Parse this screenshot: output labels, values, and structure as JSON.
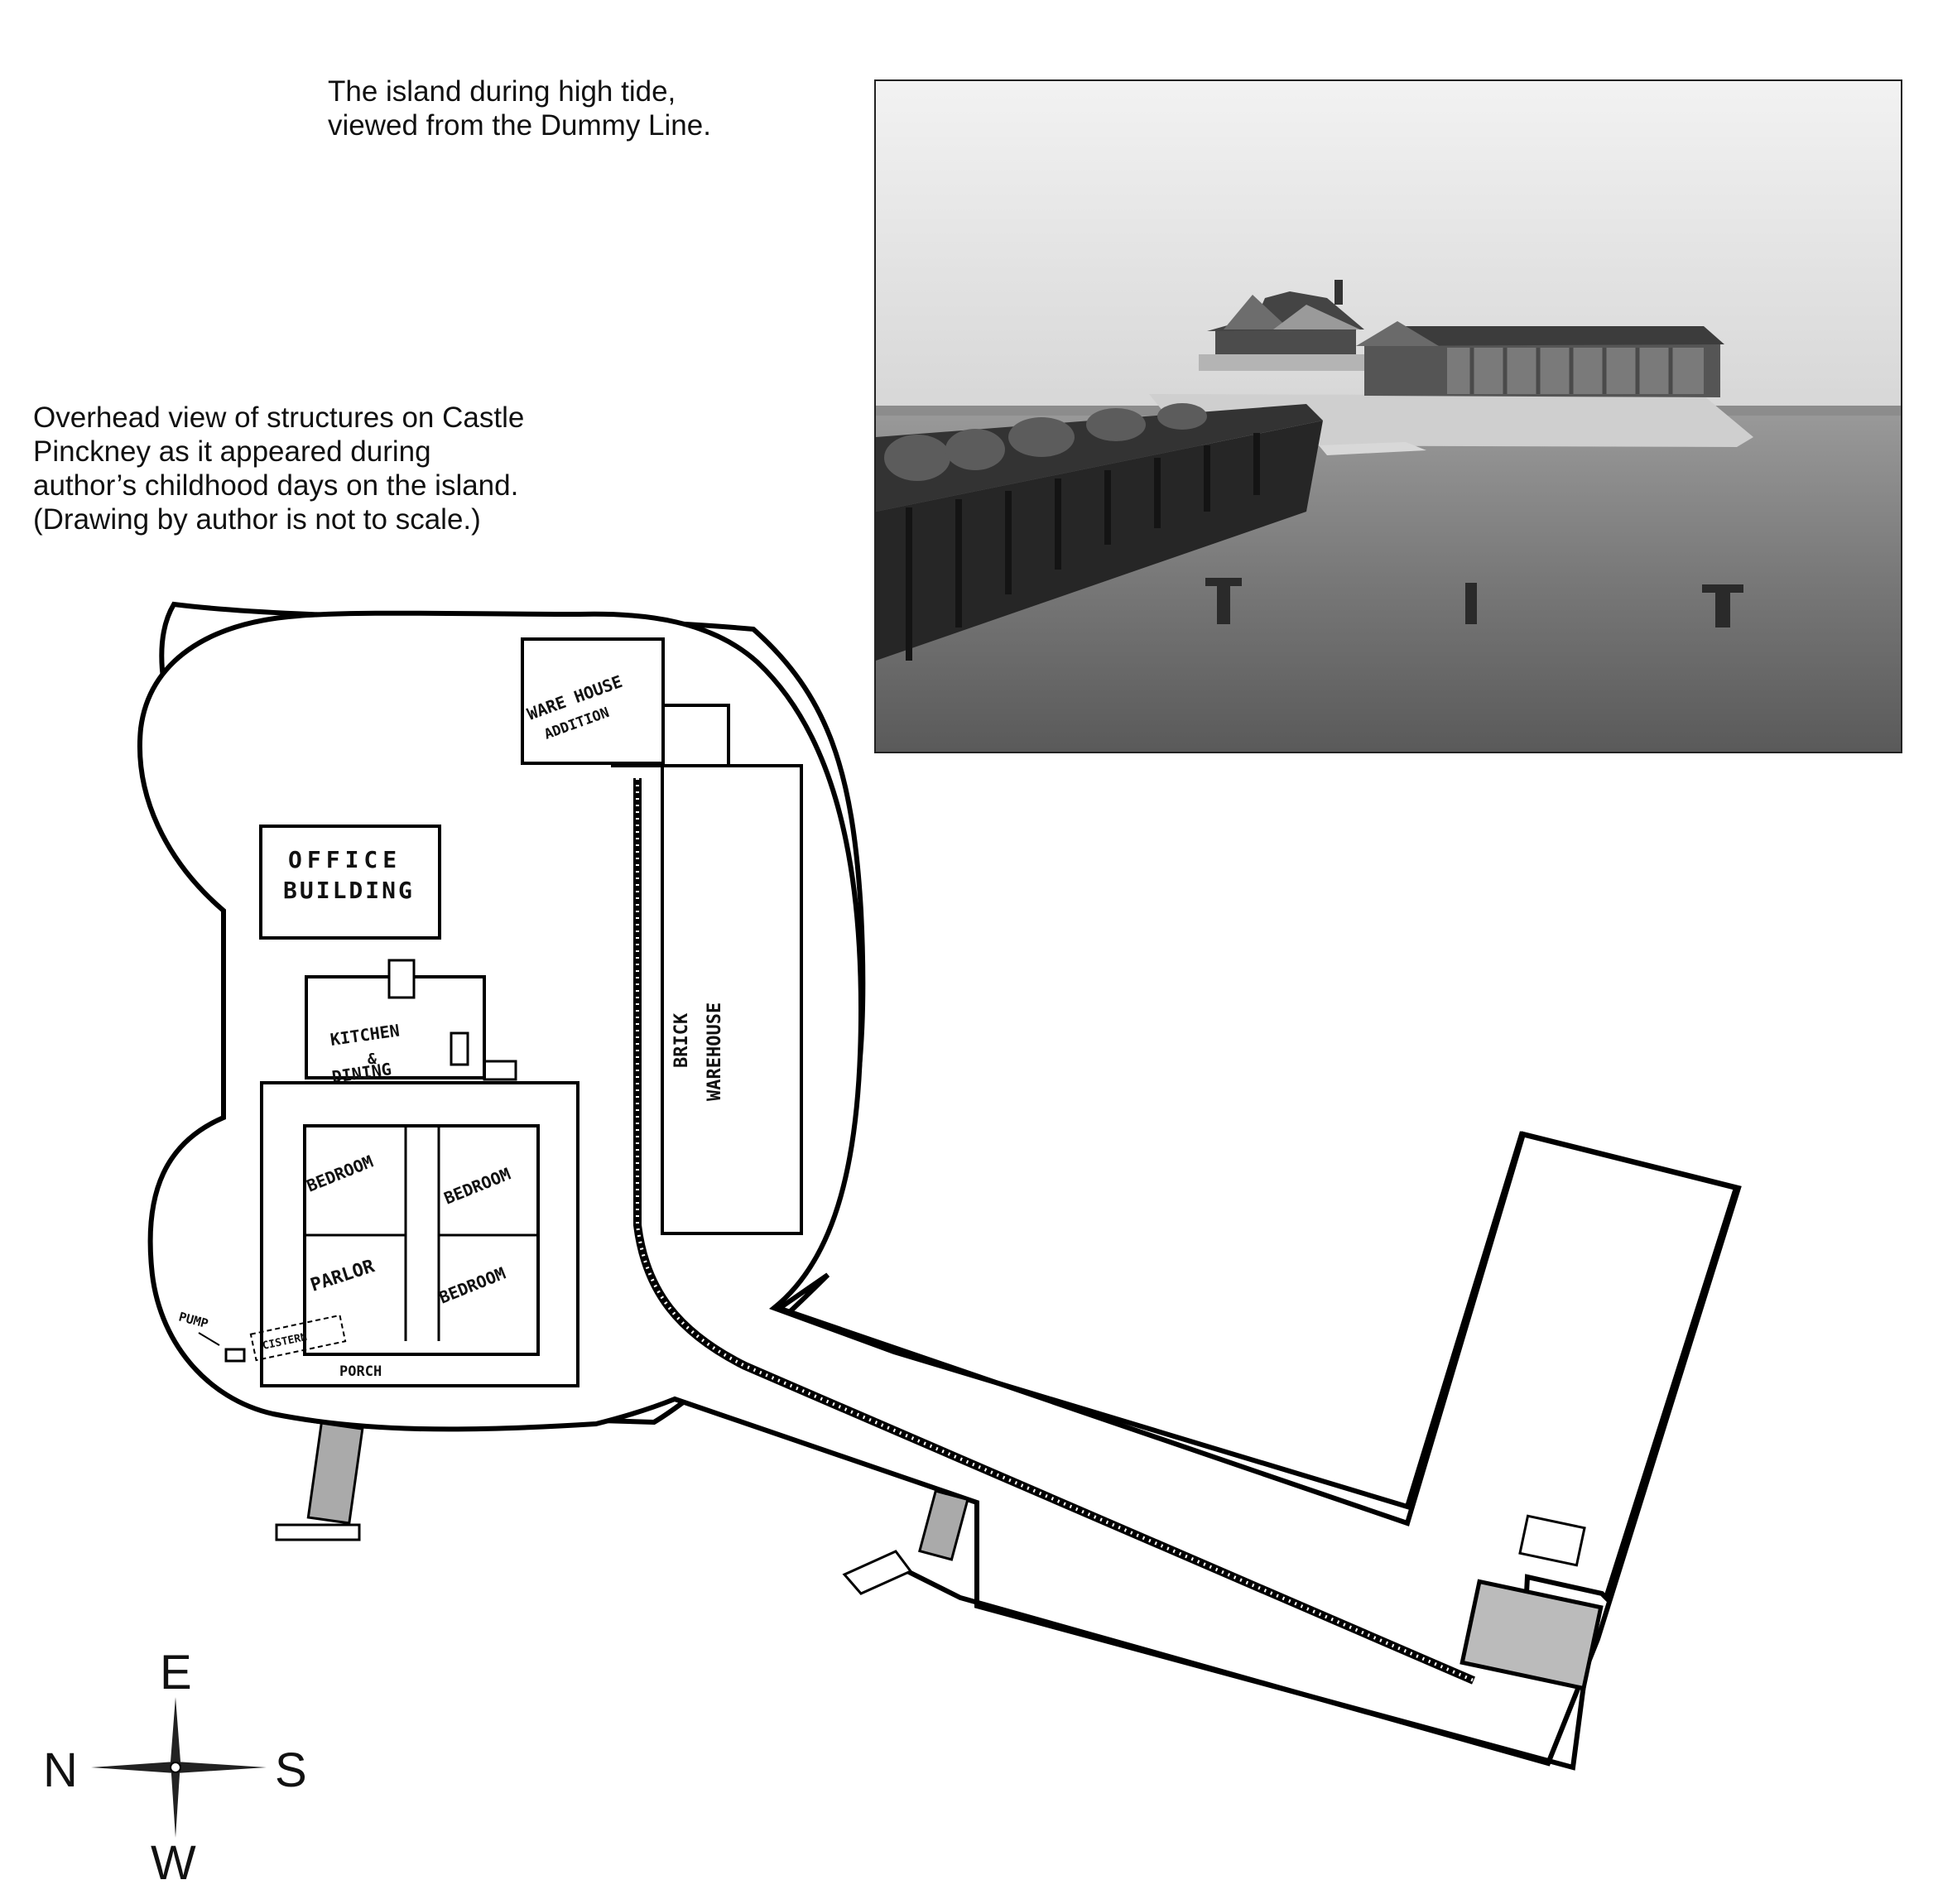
{
  "captions": {
    "photo": "The island during high tide,\nviewed from the Dummy Line.",
    "plan": "Overhead view of structures on Castle\nPinckney as it appeared during\nauthor’s childhood days on the island.\n(Drawing by author is not to scale.)"
  },
  "plan_labels": {
    "warehouse_addition_1": "WARE HOUSE",
    "warehouse_addition_2": "ADDITION",
    "office_1": "OFFICE",
    "office_2": "BUILDING",
    "kitchen_1": "KITCHEN",
    "kitchen_amp": "&",
    "kitchen_2": "DINING",
    "brick_1": "BRICK",
    "brick_2": "WAREHOUSE",
    "bedroom_nw": "BEDROOM",
    "bedroom_ne": "BEDROOM",
    "bedroom_se": "BEDROOM",
    "parlor": "PARLOR",
    "pump": "PUMP",
    "cistern": "CISTERN",
    "porch": "PORCH"
  },
  "compass": {
    "north": "N",
    "south": "S",
    "east": "E",
    "west": "W"
  },
  "icons": [
    "compass-rose-icon",
    "boat-icon"
  ]
}
